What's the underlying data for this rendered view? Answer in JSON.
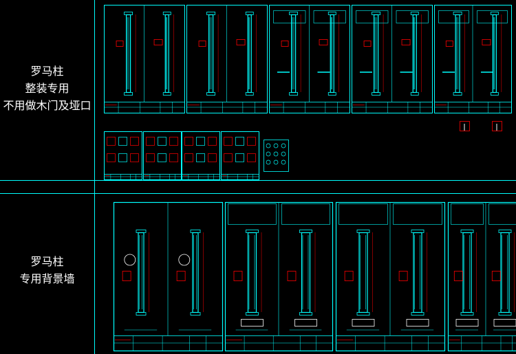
{
  "window": {
    "background": "#000000"
  },
  "colors": {
    "frame": "#00ffff",
    "accent": "#ff0000",
    "detail": "#ffffff",
    "dim": "#0080a0"
  },
  "section_top": {
    "lines": [
      "罗马柱",
      "整装专用",
      "不用做木门及垭口"
    ]
  },
  "section_bottom": {
    "lines": [
      "罗马柱",
      "专用背景墙"
    ]
  }
}
